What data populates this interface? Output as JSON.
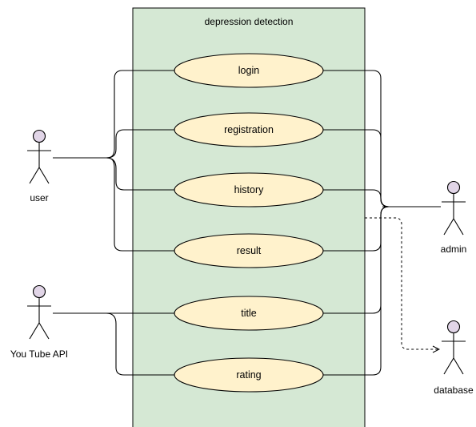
{
  "system": {
    "title": "depression detection",
    "fill": "#d5e8d4",
    "stroke": "#000000"
  },
  "actor_style": {
    "head_fill": "#e1d5e7",
    "stroke": "#000000"
  },
  "usecase_style": {
    "fill": "#fff2cc",
    "stroke": "#000000"
  },
  "actors": {
    "user": "user",
    "youtube": "You Tube API",
    "admin": "admin",
    "database": "database"
  },
  "usecases": {
    "login": "login",
    "registration": "registration",
    "history": "history",
    "result": "result",
    "title": "title",
    "rating": "rating"
  }
}
